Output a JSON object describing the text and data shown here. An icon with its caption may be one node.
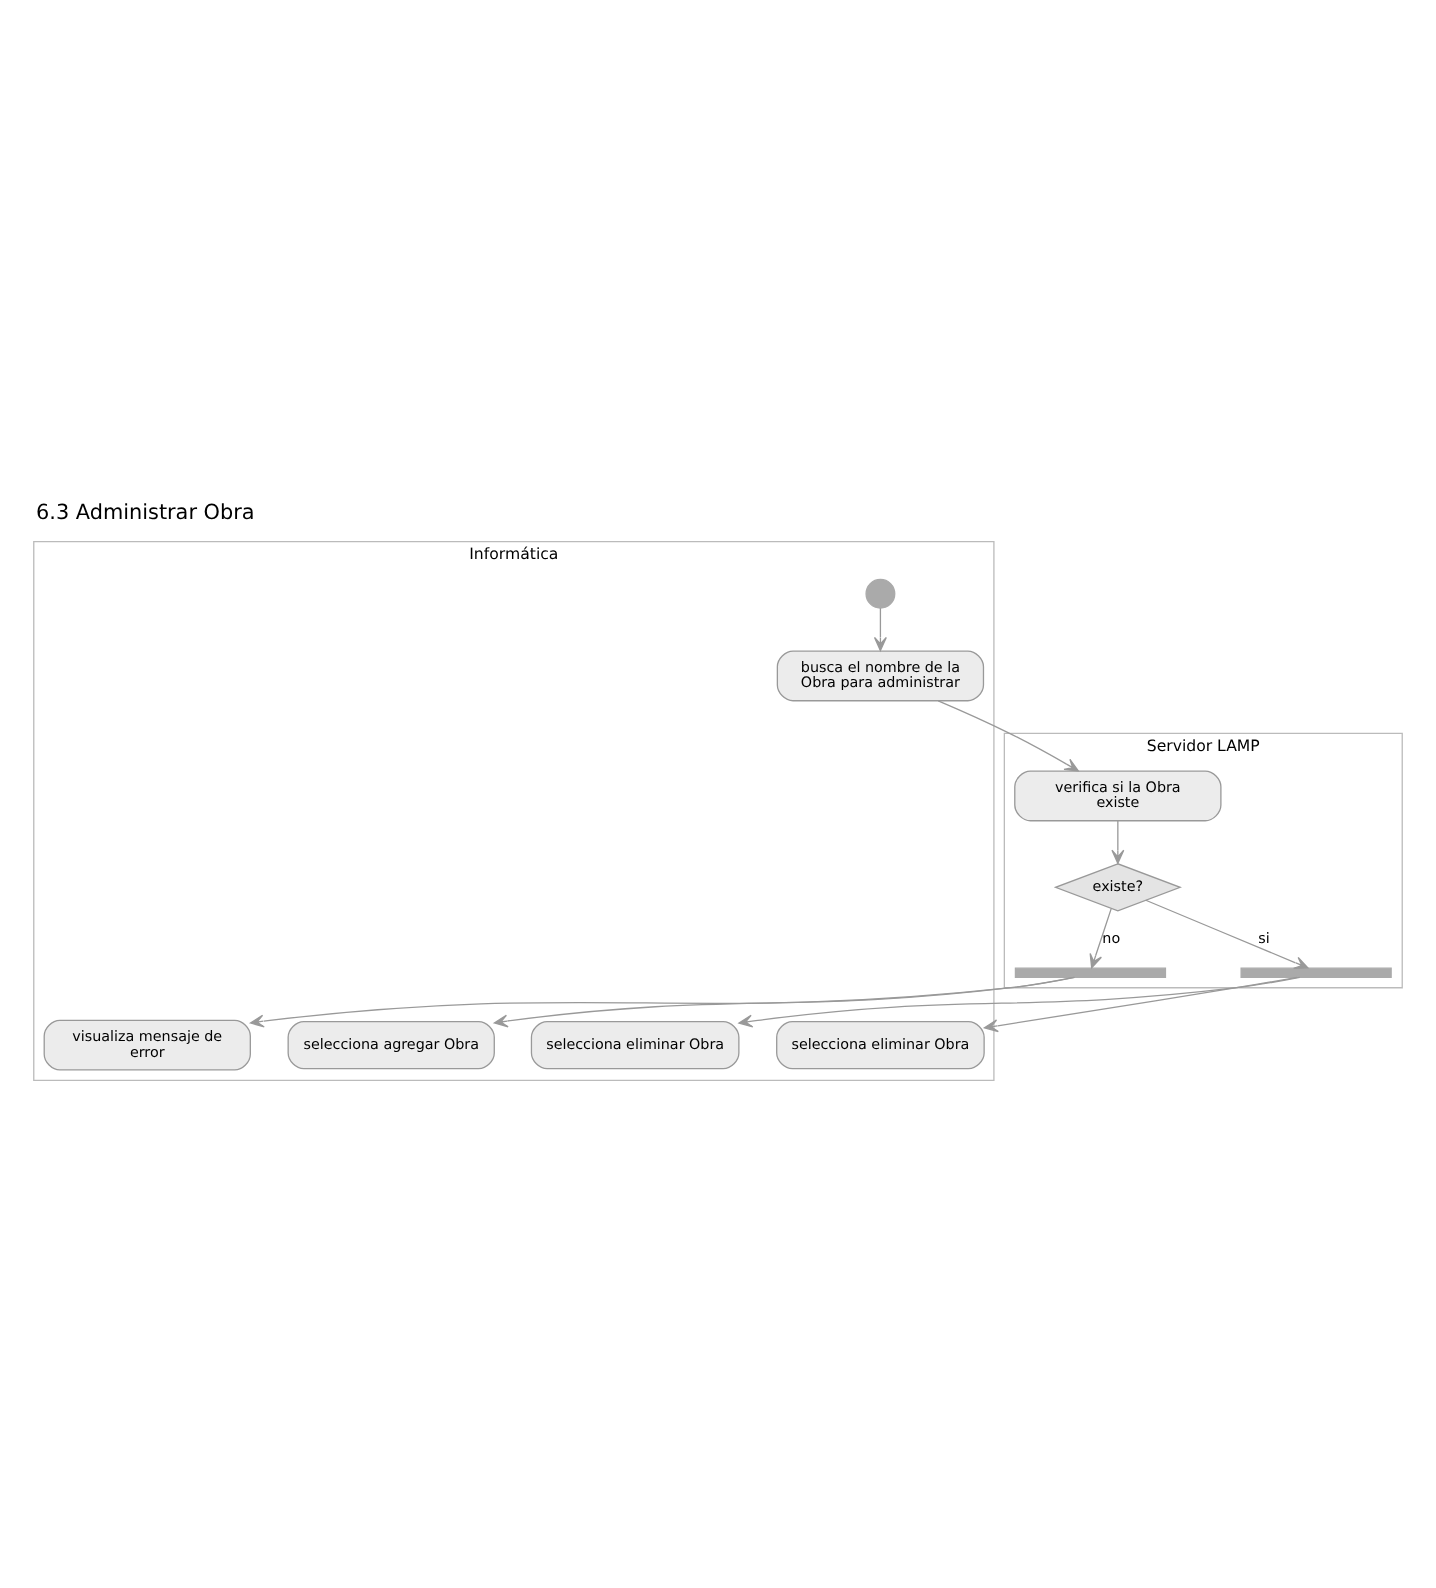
{
  "diagram": {
    "title": "6.3 Administrar Obra",
    "nodes": [
      {
        "text": [
          "Informática"
        ]
      },
      {
        "text": [
          "Servidor LAMP"
        ]
      },
      {
        "text": [],
        "shape": "circle",
        "in": 0
      },
      {
        "text": [
          "busca el nombre de la Obra para administrar"
        ],
        "in": 0
      },
      {
        "text": [
          "verifica si la Obra existe"
        ],
        "in": 1
      },
      {
        "text": [
          "existe?"
        ],
        "in": 1
      },
      {
        "text": [],
        "shape": "bar",
        "in": 1
      },
      {
        "text": [],
        "shape": "bar",
        "in": 1
      },
      {
        "text": [
          "visualiza mensaje de error"
        ],
        "in": 0
      },
      {
        "text": [
          "selecciona agregar Obra"
        ],
        "in": 0
      },
      {
        "text": [
          "selecciona eliminar Obra"
        ],
        "in": 0
      },
      {
        "text": [
          "selecciona eliminar Obra"
        ],
        "in": 0
      }
    ],
    "edges": [
      {
        "from": 2,
        "to": 3,
        "arrow": "to"
      },
      {
        "from": 3,
        "to": 4,
        "arrow": "to"
      },
      {
        "from": 4,
        "to": 5,
        "arrow": "to"
      },
      {
        "from": 5,
        "to": 6,
        "arrow": "to",
        "label": "no"
      },
      {
        "from": 5,
        "to": 7,
        "arrow": "to",
        "label": "si"
      },
      {
        "from": 6,
        "to": 8,
        "arrow": "to"
      },
      {
        "from": 6,
        "to": 9,
        "arrow": "to"
      },
      {
        "from": 7,
        "to": 10,
        "arrow": "to"
      },
      {
        "from": 7,
        "to": 11,
        "arrow": "to"
      }
    ]
  }
}
